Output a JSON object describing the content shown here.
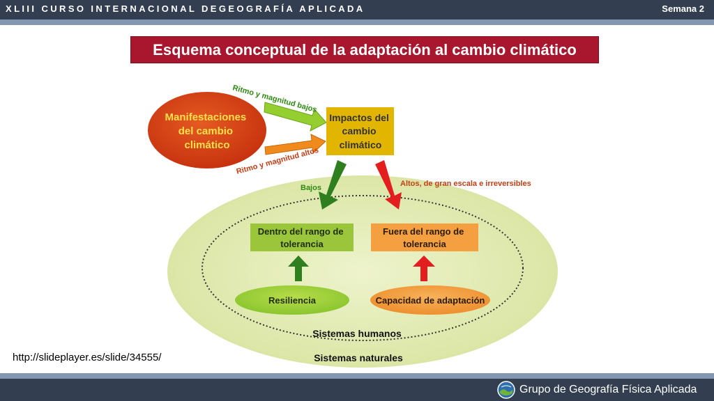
{
  "header": {
    "course_title": "XLIII CURSO INTERNACIONAL DEGEOGRAFÍA APLICADA",
    "week": "Semana 2"
  },
  "slide": {
    "title": "Esquema conceptual de la adaptación al cambio climático"
  },
  "diagram": {
    "manifestaciones": [
      "Manifestaciones",
      "del cambio",
      "climático"
    ],
    "impactos": [
      "Impactos del",
      "cambio",
      "climático"
    ],
    "ritmo_bajos": "Ritmo y magnitud bajos",
    "ritmo_altos": "Ritmo y magnitud altos",
    "bajos": "Bajos",
    "altos": "Altos, de gran escala e irreversibles",
    "dentro": [
      "Dentro del rango de",
      "tolerancia"
    ],
    "fuera": [
      "Fuera del rango de",
      "tolerancia"
    ],
    "resiliencia": "Resiliencia",
    "capacidad": "Capacidad de adaptación",
    "sistemas_humanos": "Sistemas humanos",
    "sistemas_naturales": "Sistemas naturales"
  },
  "source_link": "http://slideplayer.es/slide/34555/",
  "footer": {
    "group_name": "Grupo de Geografía Física Aplicada"
  },
  "colors": {
    "header_bg": "#333f50",
    "stripe": "#8497b0",
    "title_bg": "#a8172d",
    "outer_ellipse": "#e1eab6",
    "manifest_red": "#d64018",
    "impact_gold": "#e2b500",
    "green_box": "#9bc53a",
    "orange_box": "#f5a040",
    "dark_green": "#2d7a1e",
    "red_arrow": "#e01e1e"
  }
}
